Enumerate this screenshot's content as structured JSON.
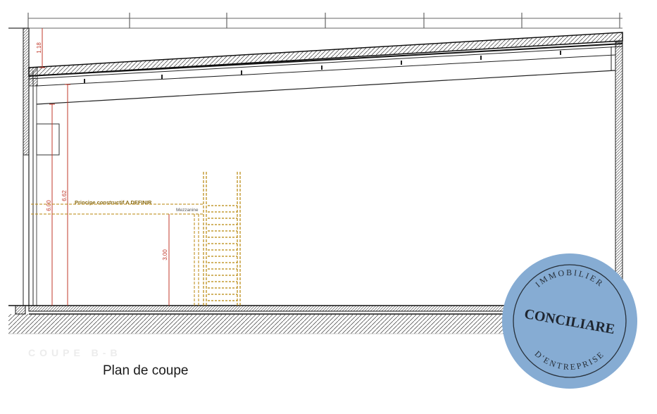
{
  "drawing": {
    "dimensions": {
      "roof_thickness": "1.18",
      "height_left": "6.00",
      "height_total": "6.62",
      "mezzanine_height": "3.00"
    },
    "labels": {
      "construction_note": "Principe constructif A DEFINIR",
      "mezzanine": "Mezzanine"
    },
    "faded_title": "COUPE B-B"
  },
  "caption": "Plan de coupe",
  "stamp": {
    "top_text": "IMMOBILIER",
    "center_text": "CONCILIARE",
    "bottom_text": "D'ENTREPRISE",
    "color": "#86acd3"
  },
  "colors": {
    "line": "#1a1a1a",
    "dimension": "#c0392b",
    "mezzanine": "#b8860b"
  }
}
